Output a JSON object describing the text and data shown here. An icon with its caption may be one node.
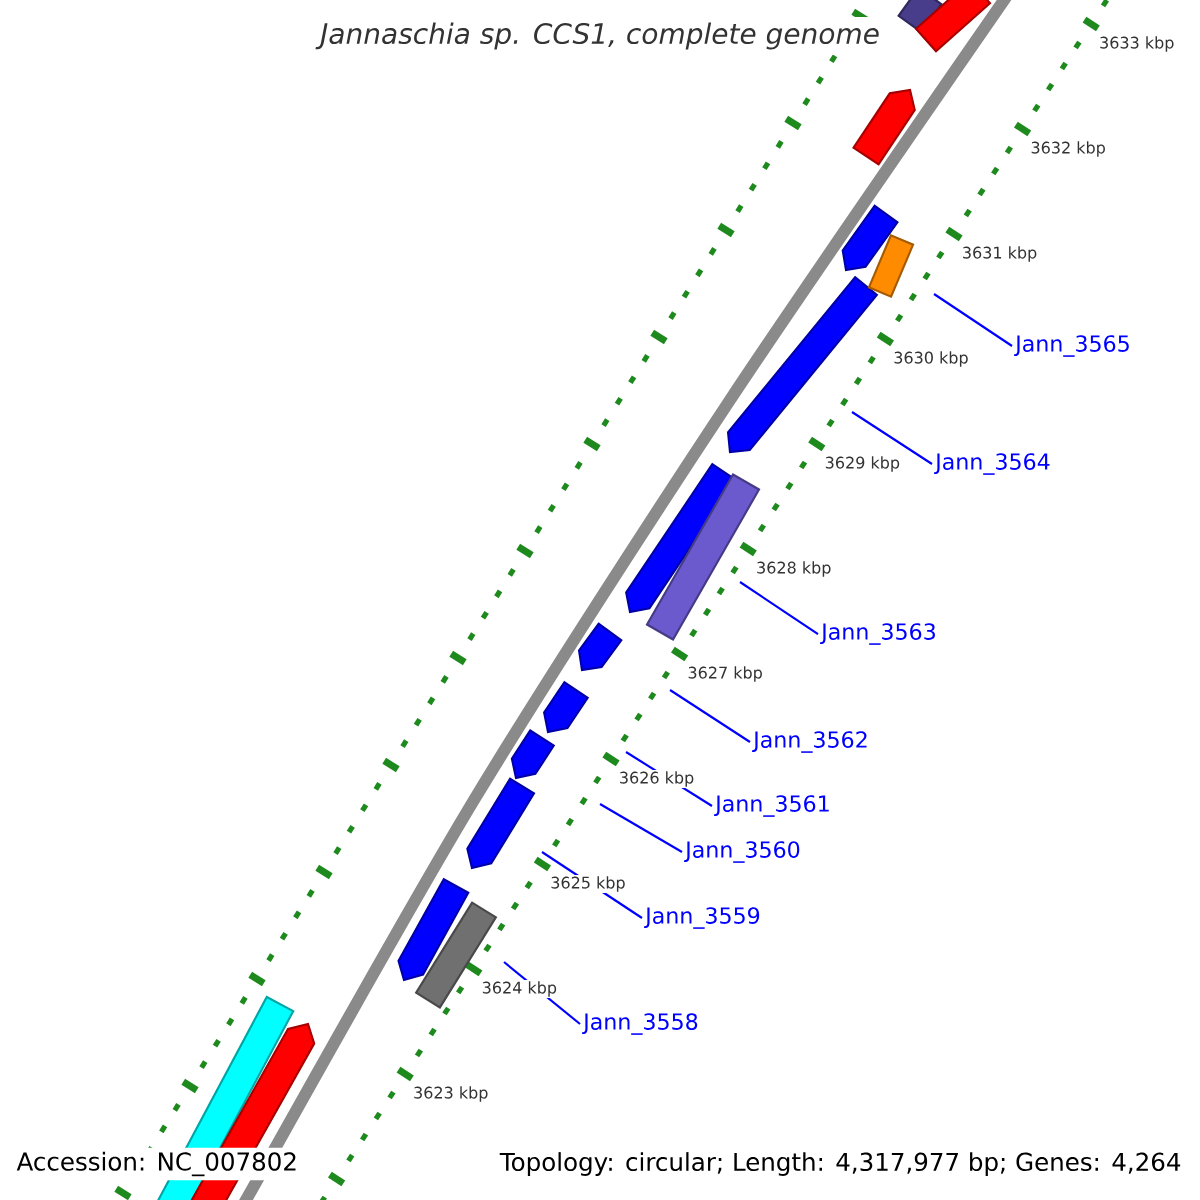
{
  "diagram": {
    "title": "Jannaschia sp. CCS1, complete genome",
    "nodes": [
      {
        "text": [
          "Jann_3565"
        ]
      },
      {
        "text": [
          "Jann_3564"
        ]
      },
      {
        "text": [
          "Jann_3563"
        ]
      },
      {
        "text": [
          "Jann_3562"
        ]
      },
      {
        "text": [
          "Jann_3561"
        ]
      },
      {
        "text": [
          "Jann_3560"
        ]
      },
      {
        "text": [
          "Jann_3559"
        ]
      },
      {
        "text": [
          "Jann_3558"
        ]
      }
    ],
    "edges": [
      {
        "from": 0,
        "to": null,
        "arrow": "none"
      },
      {
        "from": 1,
        "to": null,
        "arrow": "none"
      },
      {
        "from": 2,
        "to": null,
        "arrow": "none"
      },
      {
        "from": 3,
        "to": null,
        "arrow": "none"
      },
      {
        "from": 4,
        "to": null,
        "arrow": "none"
      },
      {
        "from": 5,
        "to": null,
        "arrow": "none"
      },
      {
        "from": 6,
        "to": null,
        "arrow": "none"
      },
      {
        "from": 7,
        "to": null,
        "arrow": "none"
      }
    ],
    "labels": [
      "3633 kbp",
      "3632 kbp",
      "3631 kbp",
      "3630 kbp",
      "3629 kbp",
      "3628 kbp",
      "3627 kbp",
      "3626 kbp",
      "3625 kbp",
      "3624 kbp",
      "3623 kbp",
      "Accession: NC_007802",
      "Topology: circular; Length: 4,317,977 bp; Genes: 4,264"
    ]
  }
}
